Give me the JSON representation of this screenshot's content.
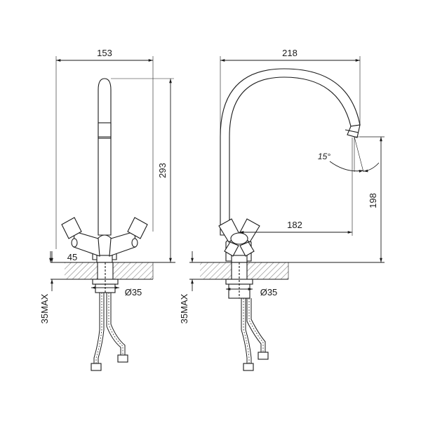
{
  "left_view": {
    "dim_width": "153",
    "dim_height": "293",
    "dim_handle": "45",
    "dim_hole": "Ø35",
    "dim_counter": "35MAX"
  },
  "right_view": {
    "dim_width": "218",
    "dim_reach": "182",
    "dim_height": "198",
    "dim_angle": "15°",
    "dim_hole": "Ø35",
    "dim_counter": "35MAX"
  }
}
